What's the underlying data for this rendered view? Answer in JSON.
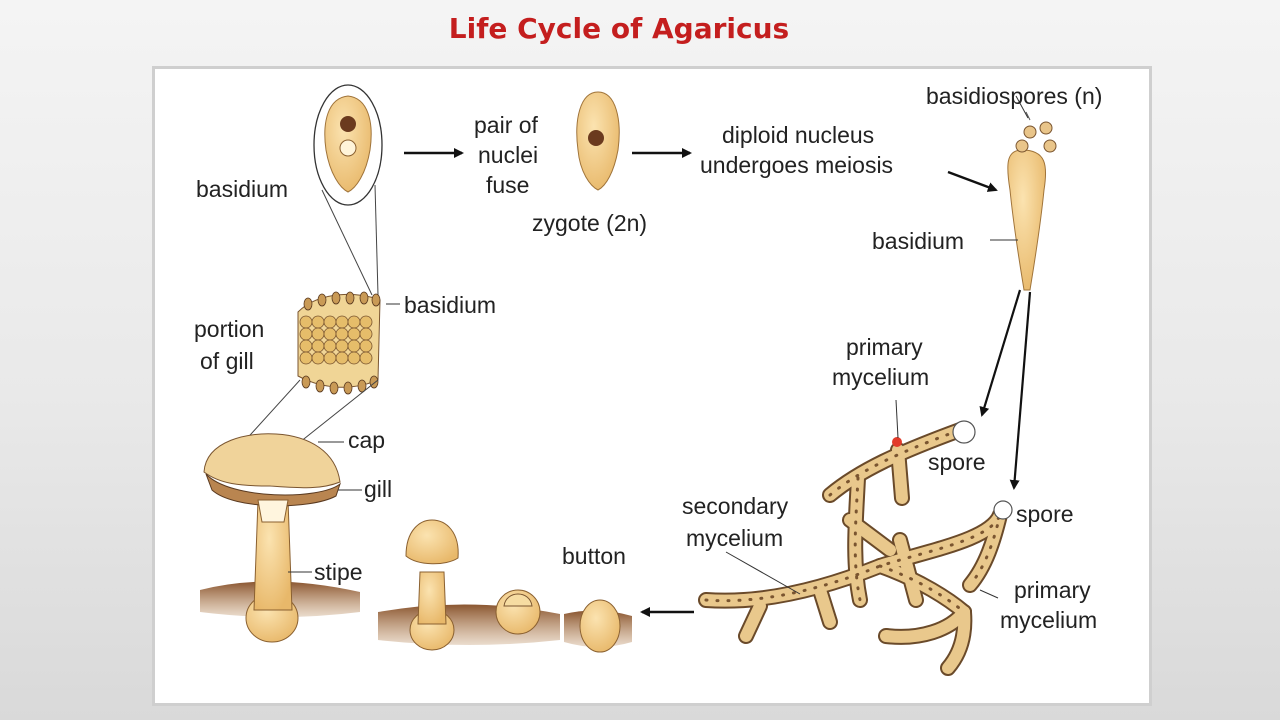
{
  "title": "Life Cycle of Agaricus",
  "colors": {
    "title": "#c41e1e",
    "tissue": "#f2cf8d",
    "soil": "#7a4a25",
    "arrow": "#111111"
  },
  "labels": {
    "basidium_top": "basidium",
    "pair_of_nuclei_fuse": [
      "pair of",
      "nuclei",
      "fuse"
    ],
    "zygote": "zygote (2n)",
    "diploid_nucleus": [
      "diploid nucleus",
      "undergoes meiosis"
    ],
    "basidiospores": "basidiospores (n)",
    "basidium_right": "basidium",
    "basidium_gill": "basidium",
    "portion_of_gill": [
      "portion",
      "of gill"
    ],
    "primary_mycelium_top": [
      "primary",
      "mycelium"
    ],
    "spore_1": "spore",
    "spore_2": "spore",
    "secondary_mycelium": [
      "secondary",
      "mycelium"
    ],
    "primary_mycelium_bottom": [
      "primary",
      "mycelium"
    ],
    "cap": "cap",
    "gill": "gill",
    "stipe": "stipe",
    "button": "button"
  }
}
